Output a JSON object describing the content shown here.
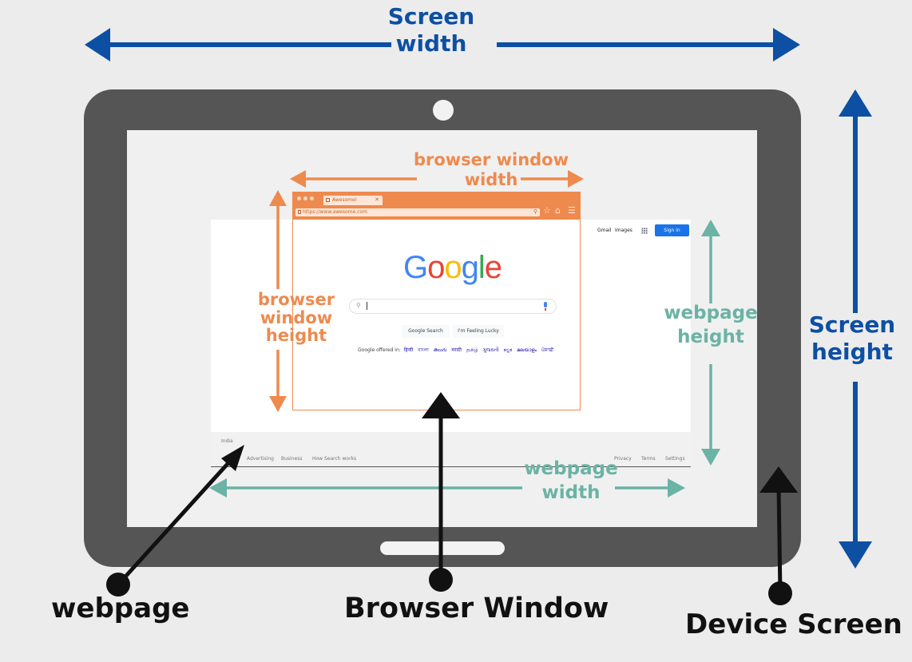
{
  "labels": {
    "screen_width": "Screen\nwidth",
    "screen_height": "Screen\nheight",
    "browser_window_width": "browser window\nwidth",
    "browser_window_height": "browser\nwindow\nheight",
    "webpage_height": "webpage\nheight",
    "webpage_width": "webpage\nwidth"
  },
  "captions": {
    "webpage": "webpage",
    "browser_window": "Browser Window",
    "device_screen": "Device Screen"
  },
  "browser": {
    "tab_title": "Awesome!",
    "tab_close": "✕",
    "url": "https://www.awesome.com"
  },
  "google": {
    "logo_letters": [
      {
        "ch": "G",
        "color": "#4285F4"
      },
      {
        "ch": "o",
        "color": "#EA4335"
      },
      {
        "ch": "o",
        "color": "#FBBC05"
      },
      {
        "ch": "g",
        "color": "#4285F4"
      },
      {
        "ch": "l",
        "color": "#34A853"
      },
      {
        "ch": "e",
        "color": "#EA4335"
      }
    ],
    "gmail": "Gmail",
    "images": "Images",
    "sign_in": "Sign in",
    "search_button": "Google Search",
    "lucky_button": "I'm Feeling Lucky",
    "offered_in": "Google offered in:",
    "languages": "हिन्दी বাংলা తెలుగు मराठी தமிழ் ગુજરાતી ಕನ್ನಡ മലയാളം ਪੰਜਾਬੀ",
    "country": "India",
    "footer_left": [
      "Advertising",
      "Business",
      "How Search works"
    ],
    "footer_right": [
      "Privacy",
      "Terms",
      "Settings"
    ]
  },
  "colors": {
    "screen_blue": "#0d4fa3",
    "browser_orange": "#ee8a4e",
    "webpage_teal": "#6bb3a4",
    "device_gray": "#555555"
  }
}
